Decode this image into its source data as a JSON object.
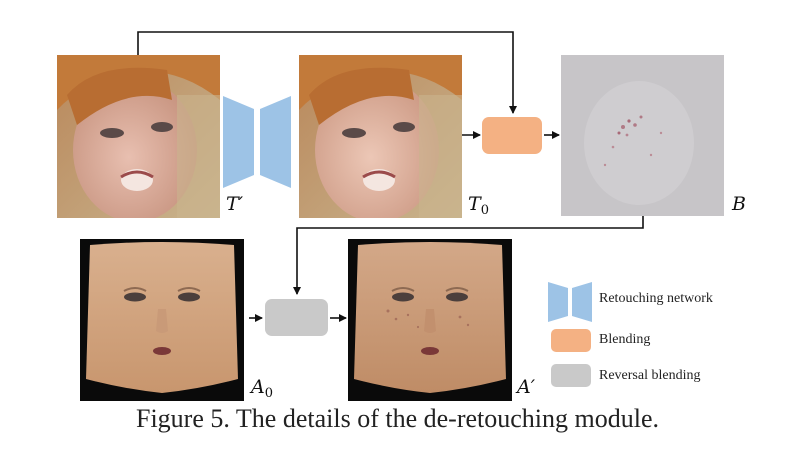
{
  "variables": {
    "t_prime": {
      "base": "T",
      "mark": "′",
      "sub": ""
    },
    "t0": {
      "base": "T",
      "mark": "",
      "sub": "0"
    },
    "b": {
      "base": "B",
      "mark": "",
      "sub": ""
    },
    "a0": {
      "base": "A",
      "mark": "",
      "sub": "0"
    },
    "a_prime": {
      "base": "A",
      "mark": "′",
      "sub": ""
    }
  },
  "legend": [
    {
      "label": "Retouching network",
      "icon": "retouching-network-icon",
      "color": "#9dc3e6"
    },
    {
      "label": "Blending",
      "icon": "blending-box-icon",
      "color": "#f4b183"
    },
    {
      "label": "Reversal blending",
      "icon": "reversal-blending-box-icon",
      "color": "#c9c9c9"
    }
  ],
  "colors": {
    "network": "#9dc3e6",
    "blending": "#f4b183",
    "reversal_blending": "#c9c9c9",
    "arrow": "#111111"
  },
  "caption": "Figure 5. The details of the de-retouching module."
}
